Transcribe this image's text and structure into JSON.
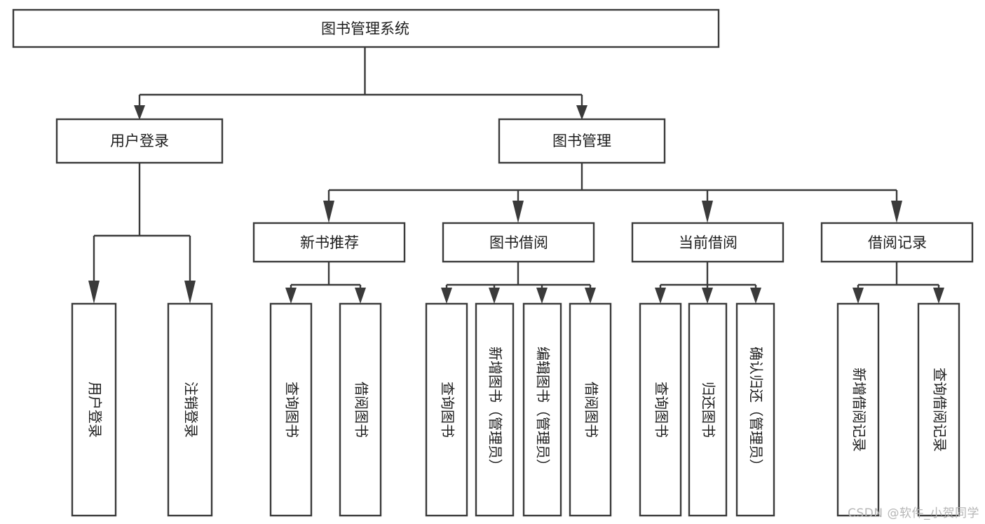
{
  "diagram": {
    "title": "图书管理系统",
    "type": "tree-hierarchy-diagram",
    "colors": {
      "box_stroke": "#3a3a3a",
      "box_fill": "#ffffff",
      "text": "#1d1d1d",
      "background": "#ffffff",
      "watermark": "#b6b6b6"
    },
    "root": {
      "label": "图书管理系统"
    },
    "level2": [
      {
        "id": "user-login",
        "label": "用户登录"
      },
      {
        "id": "book-management",
        "label": "图书管理"
      }
    ],
    "level3": [
      {
        "id": "new-book-recommend",
        "label": "新书推荐",
        "parent": "book-management"
      },
      {
        "id": "book-borrow",
        "label": "图书借阅",
        "parent": "book-management"
      },
      {
        "id": "current-borrow",
        "label": "当前借阅",
        "parent": "book-management"
      },
      {
        "id": "borrow-record",
        "label": "借阅记录",
        "parent": "book-management"
      }
    ],
    "leaves": {
      "user-login": [
        {
          "id": "leaf-user-login",
          "label": "用户登录"
        },
        {
          "id": "leaf-user-logout",
          "label": "注销登录"
        }
      ],
      "new-book-recommend": [
        {
          "id": "leaf-query-book-1",
          "label": "查询图书"
        },
        {
          "id": "leaf-borrow-book-1",
          "label": "借阅图书"
        }
      ],
      "book-borrow": [
        {
          "id": "leaf-query-book-2",
          "label": "查询图书"
        },
        {
          "id": "leaf-add-book",
          "label": "新增图书（管理员）"
        },
        {
          "id": "leaf-edit-book",
          "label": "编辑图书（管理员）"
        },
        {
          "id": "leaf-borrow-book-2",
          "label": "借阅图书"
        }
      ],
      "current-borrow": [
        {
          "id": "leaf-query-book-3",
          "label": "查询图书"
        },
        {
          "id": "leaf-return-book",
          "label": "归还图书"
        },
        {
          "id": "leaf-confirm-return",
          "label": "确认归还（管理员）"
        }
      ],
      "borrow-record": [
        {
          "id": "leaf-add-record",
          "label": "新增借阅记录"
        },
        {
          "id": "leaf-query-record",
          "label": "查询借阅记录"
        }
      ]
    }
  },
  "watermark": {
    "text": "CSDN @软件_小贺同学"
  }
}
